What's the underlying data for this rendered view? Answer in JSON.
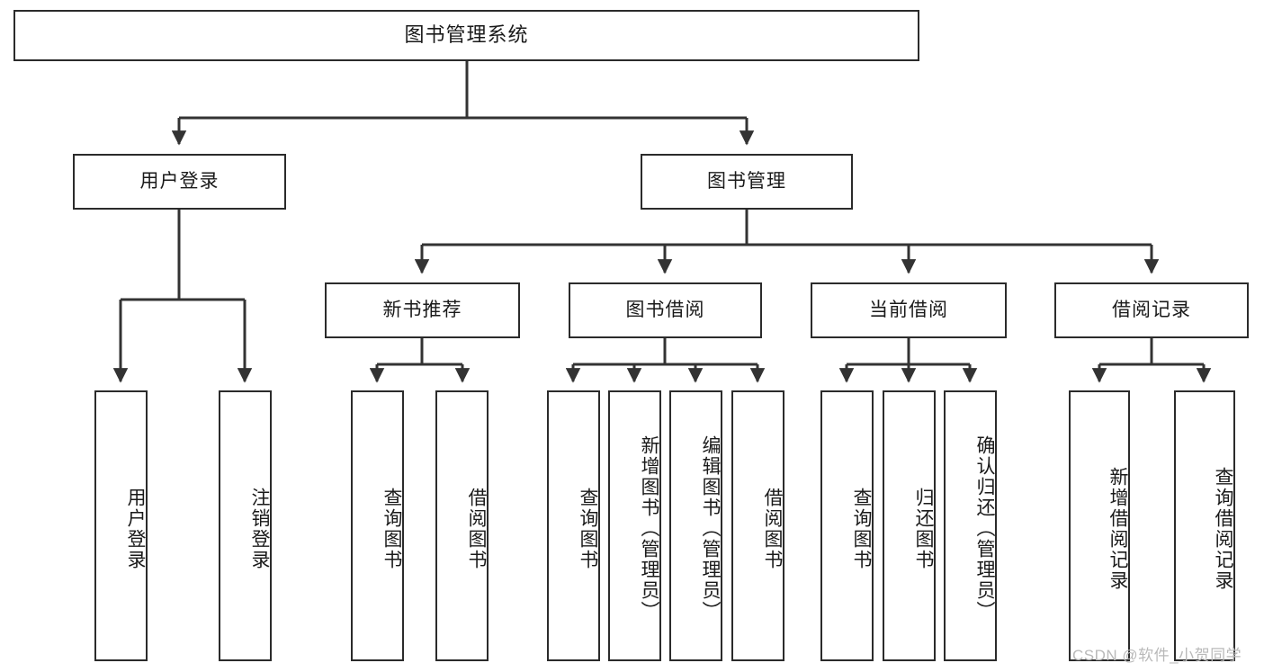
{
  "diagram": {
    "title": "图书管理系统",
    "orientation": "top-down-tree",
    "colors": {
      "box_border": "#2b2b2b",
      "box_fill": "#ffffff",
      "edge": "#333333",
      "text": "#1a1a1a",
      "watermark": "#b9b9b9",
      "background": "#ffffff"
    },
    "watermark": "CSDN @软件_小贺同学",
    "nodes": {
      "root": {
        "label": "图书管理系统"
      },
      "level2": [
        {
          "id": "user-login",
          "label": "用户登录"
        },
        {
          "id": "book-manage",
          "label": "图书管理"
        }
      ],
      "level3": [
        {
          "id": "new-book-recommend",
          "label": "新书推荐"
        },
        {
          "id": "book-borrow",
          "label": "图书借阅"
        },
        {
          "id": "current-borrow",
          "label": "当前借阅"
        },
        {
          "id": "borrow-record",
          "label": "借阅记录"
        }
      ],
      "leaves": {
        "user-login": [
          {
            "id": "leaf-user-login",
            "label": "用户登录"
          },
          {
            "id": "leaf-logout-login",
            "label": "注销登录"
          }
        ],
        "new-book-recommend": [
          {
            "id": "leaf-query-book-1",
            "label": "查询图书"
          },
          {
            "id": "leaf-borrow-book-1",
            "label": "借阅图书"
          }
        ],
        "book-borrow": [
          {
            "id": "leaf-query-book-2",
            "label": "查询图书"
          },
          {
            "id": "leaf-add-book-admin",
            "label": "新增图书（管理员）"
          },
          {
            "id": "leaf-edit-book-admin",
            "label": "编辑图书（管理员）"
          },
          {
            "id": "leaf-borrow-book-2",
            "label": "借阅图书"
          }
        ],
        "current-borrow": [
          {
            "id": "leaf-query-book-3",
            "label": "查询图书"
          },
          {
            "id": "leaf-return-book",
            "label": "归还图书"
          },
          {
            "id": "leaf-confirm-return-admin",
            "label": "确认归还（管理员）"
          }
        ],
        "borrow-record": [
          {
            "id": "leaf-add-borrow-record",
            "label": "新增借阅记录"
          },
          {
            "id": "leaf-query-borrow-record",
            "label": "查询借阅记录"
          }
        ]
      }
    }
  }
}
